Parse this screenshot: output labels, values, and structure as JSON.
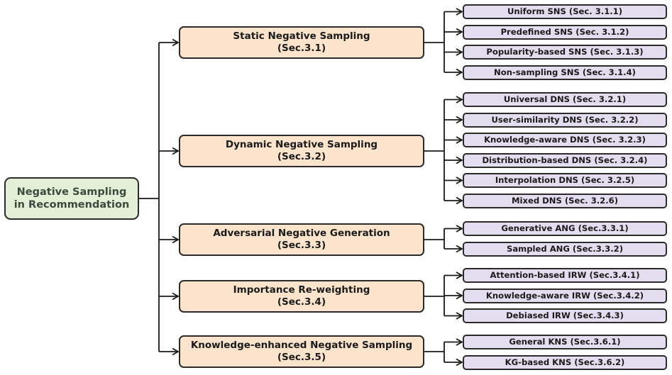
{
  "root": {
    "line1": "Negative Sampling",
    "line2": "in Recommendation"
  },
  "categories": [
    {
      "label": "Static Negative Sampling",
      "sec": "(Sec.3.1)",
      "leaves": [
        "Uniform SNS (Sec. 3.1.1)",
        "Predefined SNS (Sec. 3.1.2)",
        "Popularity-based SNS (Sec. 3.1.3)",
        "Non-sampling SNS (Sec. 3.1.4)"
      ]
    },
    {
      "label": "Dynamic Negative Sampling",
      "sec": "(Sec.3.2)",
      "leaves": [
        "Universal DNS (Sec. 3.2.1)",
        "User-similarity  DNS (Sec. 3.2.2)",
        "Knowledge-aware DNS (Sec. 3.2.3)",
        "Distribution-based DNS (Sec. 3.2.4)",
        "Interpolation DNS (Sec. 3.2.5)",
        "Mixed DNS (Sec. 3.2.6)"
      ]
    },
    {
      "label": "Adversarial Negative Generation",
      "sec": "(Sec.3.3)",
      "leaves": [
        "Generative  ANG (Sec.3.3.1)",
        "Sampled ANG (Sec.3.3.2)"
      ]
    },
    {
      "label": "Importance Re-weighting",
      "sec": "(Sec.3.4)",
      "leaves": [
        "Attention-based IRW (Sec.3.4.1)",
        "Knowledge-aware IRW (Sec.3.4.2)",
        "Debiased IRW (Sec.3.4.3)"
      ]
    },
    {
      "label": "Knowledge-enhanced Negative Sampling",
      "sec": "(Sec.3.5)",
      "leaves": [
        "General KNS (Sec.3.6.1)",
        "KG-based KNS (Sec.3.6.2)"
      ]
    }
  ]
}
